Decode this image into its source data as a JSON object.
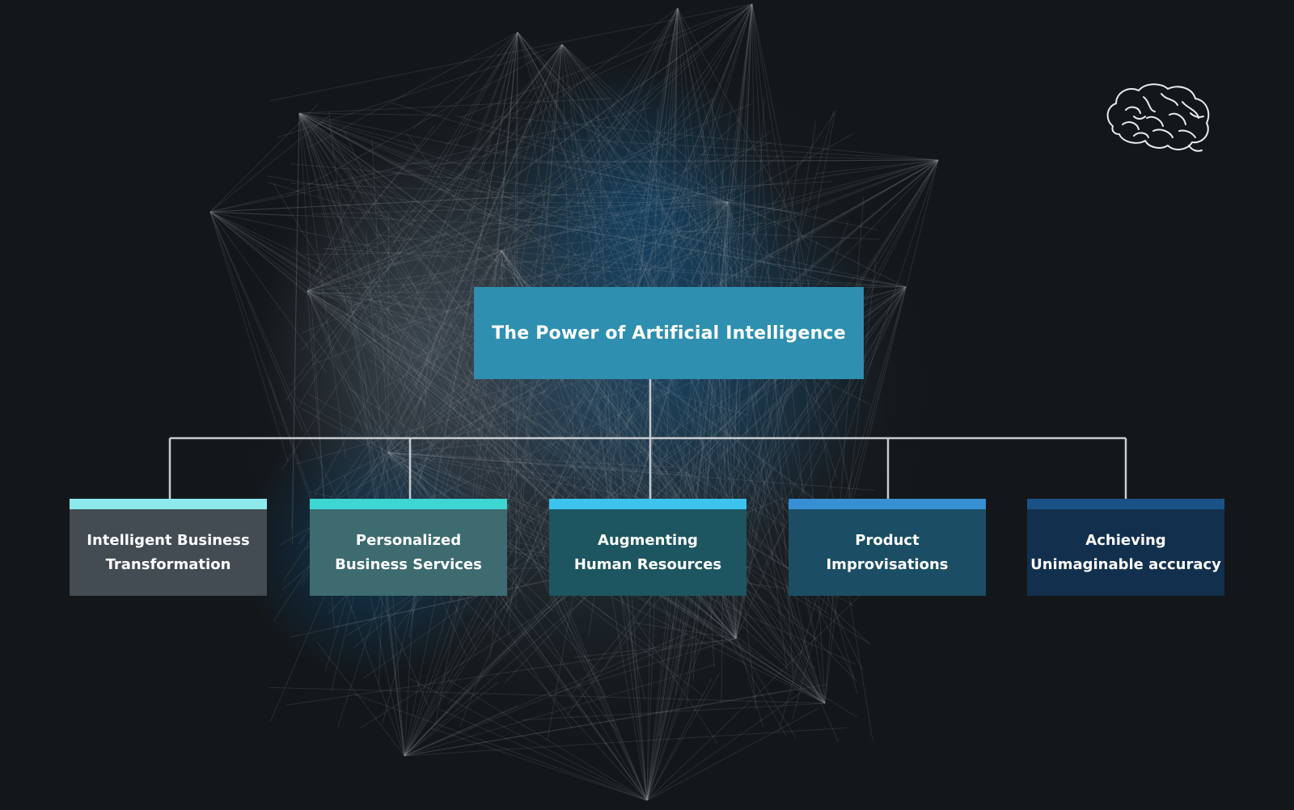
{
  "diagram": {
    "root": {
      "title": "The Power of Artificial Intelligence",
      "color": "#2e8fb0"
    },
    "children": [
      {
        "line1": "Intelligent Business",
        "line2": "Transformation",
        "accent": "#8ee9ec",
        "fill": "#434c52"
      },
      {
        "line1": "Personalized",
        "line2": "Business Services",
        "accent": "#3ed6d3",
        "fill": "#3d6b70"
      },
      {
        "line1": "Augmenting",
        "line2": "Human Resources",
        "accent": "#3cc4ee",
        "fill": "#1d5660"
      },
      {
        "line1": "Product",
        "line2": "Improvisations",
        "accent": "#3790d3",
        "fill": "#1b4e64"
      },
      {
        "line1": "Achieving",
        "line2": "Unimaginable accuracy",
        "accent": "#1a5288",
        "fill": "#12304e"
      }
    ],
    "connector_color": "#c8ccd0"
  },
  "decor": {
    "icon": "brain-icon",
    "background": "network-graph-background"
  }
}
